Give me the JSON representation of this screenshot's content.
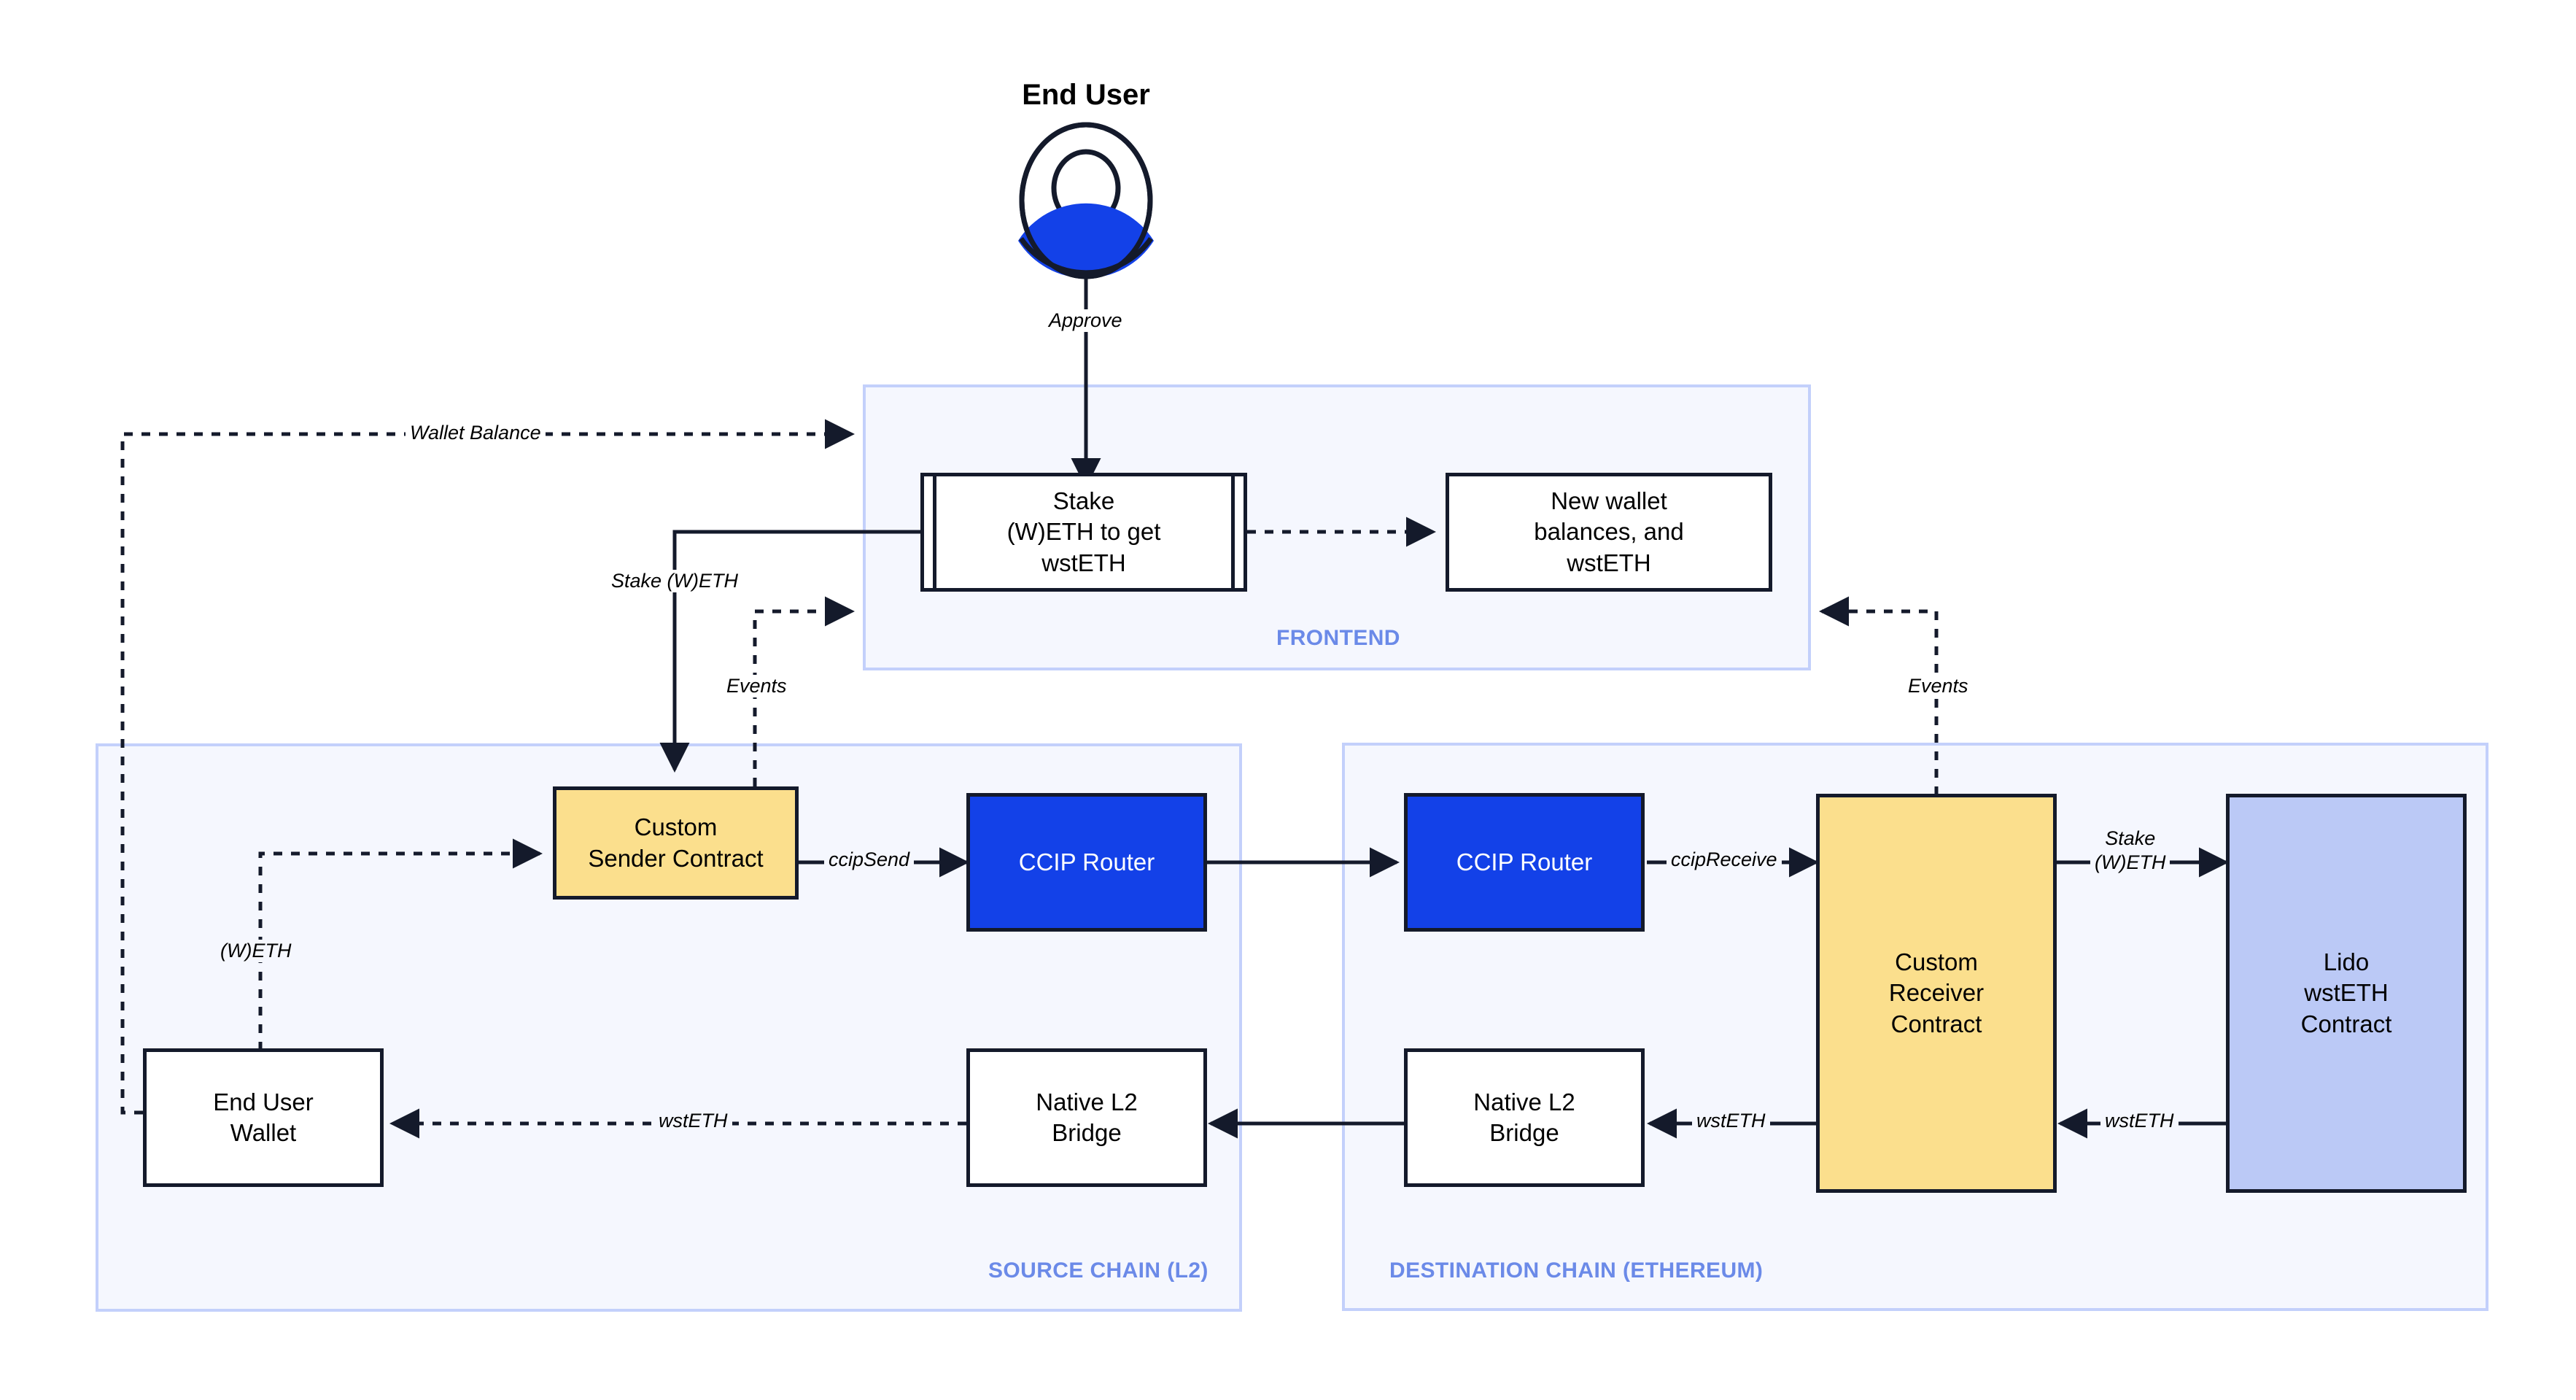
{
  "diagram": {
    "title": "CCIP cross-chain Lido wstETH staking architecture",
    "actor": {
      "name": "End User",
      "icon": "user-avatar-icon",
      "accent": "#1341e8"
    },
    "zones": [
      {
        "id": "frontend",
        "label": "FRONTEND",
        "color": "#6b8ae8"
      },
      {
        "id": "source",
        "label": "SOURCE CHAIN (L2)",
        "color": "#6b8ae8"
      },
      {
        "id": "destination",
        "label": "DESTINATION CHAIN (ETHEREUM)",
        "color": "#6b8ae8"
      }
    ],
    "nodes": [
      {
        "id": "stake-ui",
        "label": "Stake\n(W)ETH to get\nwstETH",
        "shape": "process",
        "fill": "#ffffff"
      },
      {
        "id": "new-balances",
        "label": "New wallet\nbalances, and\nwstETH",
        "shape": "rect",
        "fill": "#ffffff"
      },
      {
        "id": "sender",
        "label": "Custom\nSender Contract",
        "shape": "rect",
        "fill": "#fbdf8d"
      },
      {
        "id": "router-src",
        "label": "CCIP Router",
        "shape": "rect",
        "fill": "#1341e8"
      },
      {
        "id": "router-dst",
        "label": "CCIP Router",
        "shape": "rect",
        "fill": "#1341e8"
      },
      {
        "id": "receiver",
        "label": "Custom\nReceiver\nContract",
        "shape": "rect",
        "fill": "#fbdf8d"
      },
      {
        "id": "lido",
        "label": "Lido\nwstETH\nContract",
        "shape": "rect",
        "fill": "#bbc9f6"
      },
      {
        "id": "wallet",
        "label": "End User\nWallet",
        "shape": "rect",
        "fill": "#ffffff"
      },
      {
        "id": "bridge-src",
        "label": "Native L2\nBridge",
        "shape": "rect",
        "fill": "#ffffff"
      },
      {
        "id": "bridge-dst",
        "label": "Native L2\nBridge",
        "shape": "rect",
        "fill": "#ffffff"
      }
    ],
    "edges": [
      {
        "id": "approve",
        "label": "Approve",
        "from": "End User",
        "to": "stake-ui",
        "style": "solid"
      },
      {
        "id": "wallet-balance",
        "label": "Wallet Balance",
        "from": "wallet",
        "to": "stake-ui",
        "style": "dashed"
      },
      {
        "id": "new-bal",
        "label": "",
        "from": "stake-ui",
        "to": "new-balances",
        "style": "dashed"
      },
      {
        "id": "stake-weth",
        "label": "Stake (W)ETH",
        "from": "stake-ui",
        "to": "sender",
        "style": "solid"
      },
      {
        "id": "events-src",
        "label": "Events",
        "from": "sender",
        "to": "frontend",
        "style": "dashed"
      },
      {
        "id": "weth",
        "label": "(W)ETH",
        "from": "wallet",
        "to": "sender",
        "style": "dashed"
      },
      {
        "id": "ccipsend",
        "label": "ccipSend",
        "from": "sender",
        "to": "router-src",
        "style": "solid"
      },
      {
        "id": "cross",
        "label": "",
        "from": "router-src",
        "to": "router-dst",
        "style": "solid"
      },
      {
        "id": "ccipreceive",
        "label": "ccipReceive",
        "from": "router-dst",
        "to": "receiver",
        "style": "solid"
      },
      {
        "id": "stake-weth-2",
        "label": "Stake\n(W)ETH",
        "from": "receiver",
        "to": "lido",
        "style": "solid"
      },
      {
        "id": "wsteth-lido",
        "label": "wstETH",
        "from": "lido",
        "to": "receiver",
        "style": "solid"
      },
      {
        "id": "wsteth-bridge",
        "label": "wstETH",
        "from": "receiver",
        "to": "bridge-dst",
        "style": "solid"
      },
      {
        "id": "bridge-cross",
        "label": "",
        "from": "bridge-dst",
        "to": "bridge-src",
        "style": "solid"
      },
      {
        "id": "wsteth-wallet",
        "label": "wstETH",
        "from": "bridge-src",
        "to": "wallet",
        "style": "dashed"
      },
      {
        "id": "events-dst",
        "label": "Events",
        "from": "receiver",
        "to": "frontend",
        "style": "dashed"
      }
    ],
    "edge_labels": {
      "approve": "Approve",
      "wallet_balance": "Wallet Balance",
      "stake_weth": "Stake (W)ETH",
      "events_left": "Events",
      "events_right": "Events",
      "weth": "(W)ETH",
      "ccip_send": "ccipSend",
      "ccip_receive": "ccipReceive",
      "stake_weth_line1": "Stake",
      "stake_weth_line2": "(W)ETH",
      "wsteth_lido": "wstETH",
      "wsteth_bridge": "wstETH",
      "wsteth_wallet": "wstETH"
    },
    "node_text": {
      "stake_ui_l1": "Stake",
      "stake_ui_l2": "(W)ETH to get",
      "stake_ui_l3": "wstETH",
      "new_balances_l1": "New wallet",
      "new_balances_l2": "balances, and",
      "new_balances_l3": "wstETH",
      "sender_l1": "Custom",
      "sender_l2": "Sender Contract",
      "router_src": "CCIP Router",
      "router_dst": "CCIP Router",
      "receiver_l1": "Custom",
      "receiver_l2": "Receiver",
      "receiver_l3": "Contract",
      "lido_l1": "Lido",
      "lido_l2": "wstETH",
      "lido_l3": "Contract",
      "wallet_l1": "End User",
      "wallet_l2": "Wallet",
      "bridge_src_l1": "Native L2",
      "bridge_src_l2": "Bridge",
      "bridge_dst_l1": "Native L2",
      "bridge_dst_l2": "Bridge"
    },
    "zone_labels": {
      "frontend": "FRONTEND",
      "source": "SOURCE CHAIN (L2)",
      "destination": "DESTINATION CHAIN (ETHEREUM)"
    },
    "actor_label": "End User",
    "colors": {
      "stroke": "#141a2b",
      "zone_fill": "#f5f7fe",
      "zone_border": "#c3d0fb",
      "zone_label": "#6b8ae8",
      "yellow": "#fbdf8d",
      "blue": "#1341e8",
      "periwinkle": "#bbc9f6",
      "white": "#ffffff"
    }
  }
}
